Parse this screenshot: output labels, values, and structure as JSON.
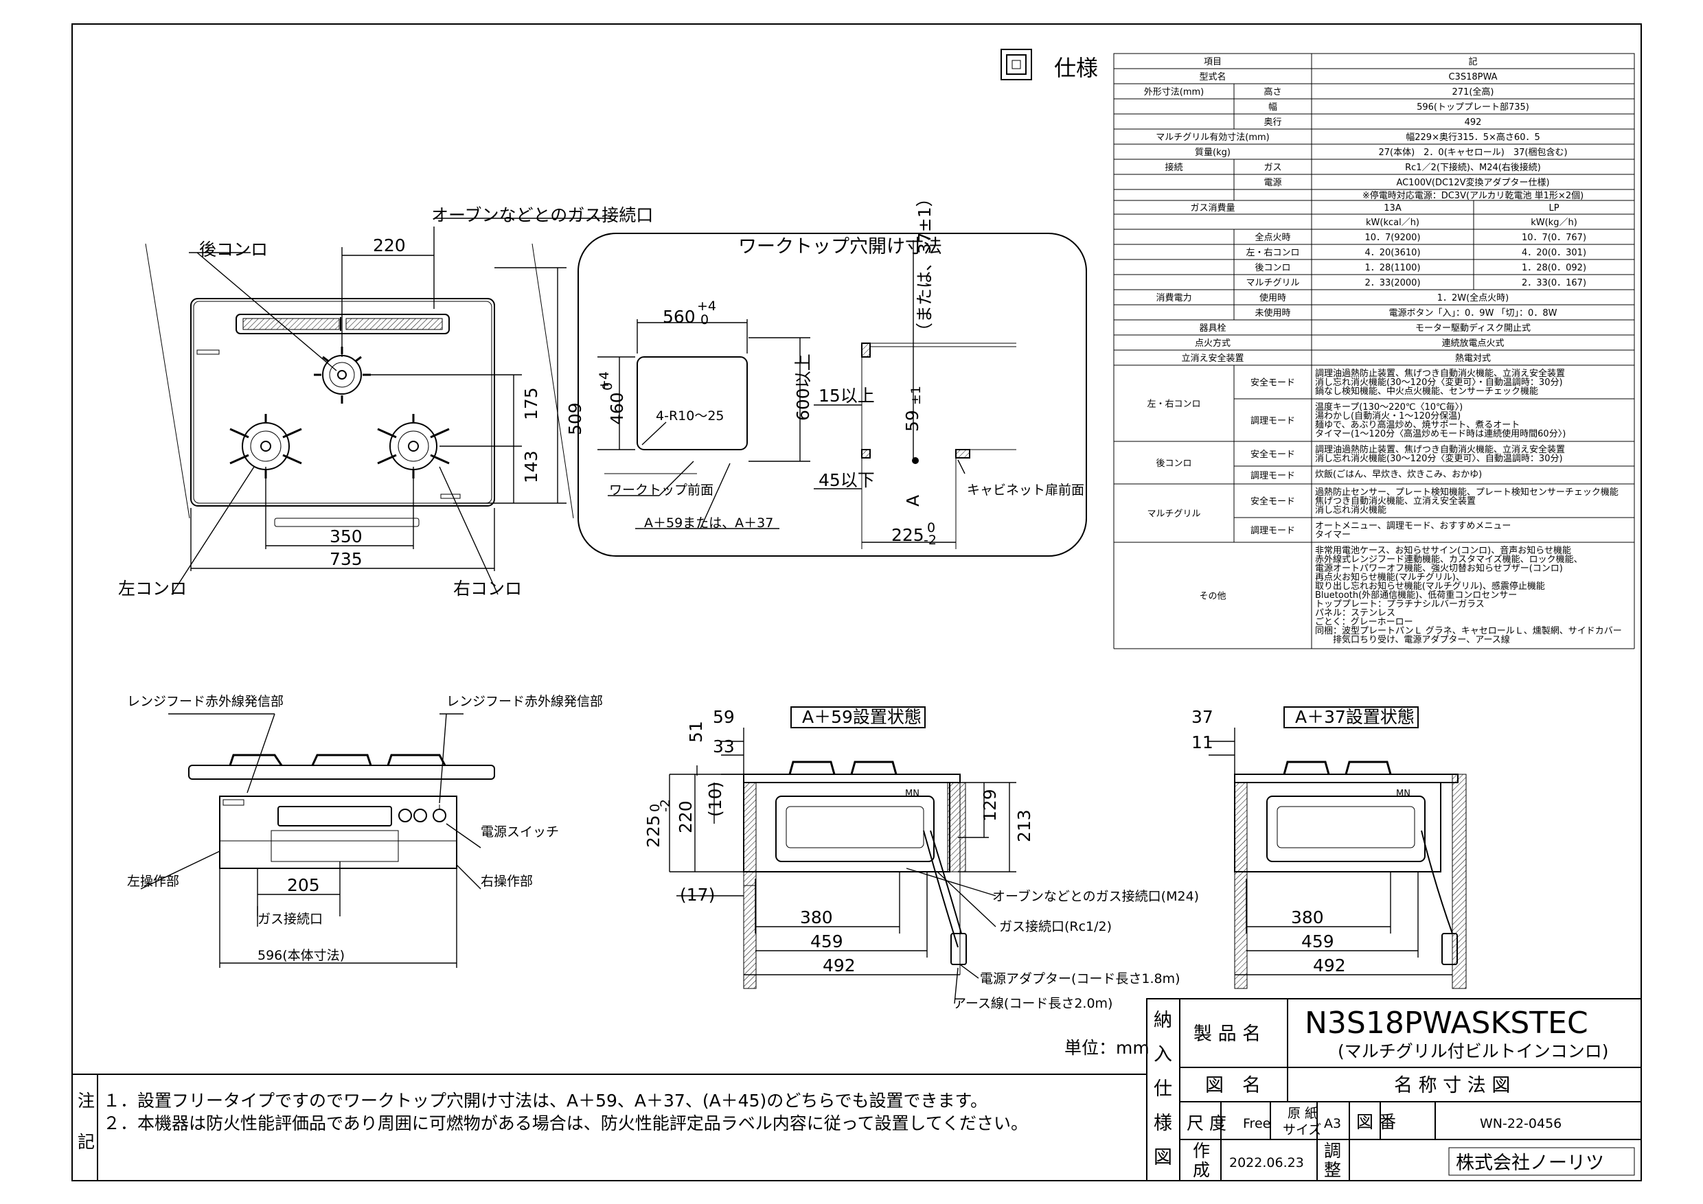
{
  "spec": {
    "title": "仕様",
    "rows": [
      {
        "c1": "項目",
        "c2": "",
        "v": "記"
      },
      {
        "c1": "型式名",
        "c2": "",
        "v": "C3S18PWA"
      },
      {
        "c1": "外形寸法(mm)",
        "c2": "高さ",
        "v": "271(全高)"
      },
      {
        "c1": "",
        "c2": "幅",
        "v": "596(トッププレート部735)"
      },
      {
        "c1": "",
        "c2": "奥行",
        "v": "492"
      },
      {
        "c1": "マルチグリル有効寸法(mm)",
        "c2": "",
        "v": "幅229×奥行315．5×高さ60．5"
      },
      {
        "c1": "質量(kg)",
        "c2": "",
        "v": "27(本体)　2．0(キャセロール)　37(梱包含む)"
      },
      {
        "c1": "接続",
        "c2": "ガス",
        "v": "Rc1／2(下接続)、M24(右後接続)"
      },
      {
        "c1": "",
        "c2": "電源",
        "v": "AC100V(DC12V変換アダプター仕様)"
      },
      {
        "c1": "",
        "c2": "",
        "v": "※停電時対応電源：DC3V(アルカリ乾電池 単1形×2個)"
      },
      {
        "c1": "ガス消費量",
        "c2": "",
        "v": "13A",
        "v2": "LP"
      },
      {
        "c1": "",
        "c2": "",
        "v": "kW(kcal／h)",
        "v2": "kW(kg／h)"
      },
      {
        "c1": "",
        "c2": "全点火時",
        "v": "10．7(9200)",
        "v2": "10．7(0．767)"
      },
      {
        "c1": "",
        "c2": "左・右コンロ",
        "v": "4．20(3610)",
        "v2": "4．20(0．301)"
      },
      {
        "c1": "",
        "c2": "後コンロ",
        "v": "1．28(1100)",
        "v2": "1．28(0．092)"
      },
      {
        "c1": "",
        "c2": "マルチグリル",
        "v": "2．33(2000)",
        "v2": "2．33(0．167)"
      },
      {
        "c1": "消費電力",
        "c2": "使用時",
        "v": "1．2W(全点火時)"
      },
      {
        "c1": "",
        "c2": "未使用時",
        "v": "電源ボタン「入」：0．9W 「切」：0．8W"
      },
      {
        "c1": "器具栓",
        "c2": "",
        "v": "モーター駆動ディスク開止式"
      },
      {
        "c1": "点火方式",
        "c2": "",
        "v": "連続放電点火式"
      },
      {
        "c1": "立消え安全装置",
        "c2": "",
        "v": "熱電対式"
      }
    ],
    "lr_label": "左・右コンロ",
    "lr_safe_label": "安全モード",
    "lr_safe": [
      "調理油過熱防止装置、焦げつき自動消火機能、立消え安全装置",
      "消し忘れ消火機能(30～120分〈変更可〉・自動温調時：30分)",
      "鍋なし検知機能、中火点火機能、センサーチェック機能"
    ],
    "lr_cook_label": "調理モード",
    "lr_cook": [
      "温度キープ(130～220℃〈10℃毎〉)",
      "湯わかし(自動消火・1～120分保温)",
      "麺ゆで、あぶり高温炒め、焼サポート、煮るオート",
      "タイマー(1～120分〈高温炒めモード時は連続使用時間60分〉)"
    ],
    "back_label": "後コンロ",
    "back_safe_label": "安全モード",
    "back_safe": [
      "調理油過熱防止装置、焦げつき自動消火機能、立消え安全装置",
      "消し忘れ消火機能(30～120分〈変更可〉、自動温調時：30分)"
    ],
    "back_cook_label": "調理モード",
    "back_cook": [
      "炊飯(ごはん、早炊き、炊きこみ、おかゆ)"
    ],
    "grill_label": "マルチグリル",
    "grill_safe_label": "安全モード",
    "grill_safe": [
      "過熱防止センサー、プレート検知機能、プレート検知センサーチェック機能",
      "焦げつき自動消火機能、立消え安全装置",
      "消し忘れ消火機能"
    ],
    "grill_cook_label": "調理モード",
    "grill_cook": [
      "オートメニュー、調理モード、おすすめメニュー",
      "タイマー"
    ],
    "other_label": "その他",
    "other": [
      "非常用電池ケース、お知らせサイン(コンロ)、音声お知らせ機能",
      "赤外線式レンジフード連動機能、カスタマイズ機能、ロック機能、",
      "電源オートパワーオフ機能、強火切替お知らせブザー(コンロ)",
      "再点火お知らせ機能(マルチグリル)、",
      "取り出し忘れお知らせ機能(マルチグリル)、感震停止機能",
      "Bluetooth(外部通信機能)、低荷重コンロセンサー",
      "トッププレート：プラチナシルバーガラス",
      "パネル：ステンレス",
      "ごとく：グレーホーロー",
      "同梱：波型プレートパンＬ グラネ、キャセロールＬ、燻製網、サイドカバー",
      "　　排気口ちり受け、電源アダプター、アース線"
    ]
  },
  "top_view": {
    "gas_port_label": "オーブンなどとのガス接続口",
    "back_burner": "後コンロ",
    "left_burner": "左コンロ",
    "right_burner": "右コンロ",
    "dims": {
      "d220": "220",
      "d175": "175",
      "d143": "143",
      "d509": "509",
      "d350": "350",
      "d735": "735"
    }
  },
  "cutout": {
    "title": "ワークトップ穴開け寸法",
    "w560": "560",
    "w560_tol": "+4",
    "w560_tol2": "0",
    "h460": "460",
    "h460_tol": "+4",
    "h460_tol2": "0",
    "radius": "4-R10～25",
    "h600": "600以上",
    "d15": "15以上",
    "d45": "45以下",
    "d59": "59",
    "d59_tol": "±1",
    "alt": "（または、37±1）",
    "a_label": "A",
    "front": "ワークトップ前面",
    "cabinet": "キャビネット扉前面",
    "a_note": "A＋59または、A＋37",
    "w225": "225",
    "w225_tol": "0",
    "w225_tol2": "-2"
  },
  "front_view": {
    "ir_left": "レンジフード赤外線発信部",
    "ir_right": "レンジフード赤外線発信部",
    "power_sw": "電源スイッチ",
    "left_panel": "左操作部",
    "right_panel": "右操作部",
    "d205": "205",
    "gas_port": "ガス接続口",
    "d596": "596(本体寸法)"
  },
  "side59": {
    "title": "A＋59設置状態",
    "d59": "59",
    "d51": "51",
    "d33": "33",
    "d10": "(10)",
    "d220": "220",
    "d225": "225",
    "d225_tol": "0",
    "d225_tol2": "-2",
    "d17": "(17)",
    "d129": "129",
    "d213": "213",
    "d380": "380",
    "d459": "459",
    "d492": "492",
    "oven_port": "オーブンなどとのガス接続口(M24)",
    "gas_port": "ガス接続口(Rc1/2)",
    "adapter": "電源アダプター(コード長さ1.8m)",
    "earth": "アース線(コード長さ2.0m)",
    "marking": "MN"
  },
  "side37": {
    "title": "A＋37設置状態",
    "d37": "37",
    "d11": "11",
    "d380": "380",
    "d459": "459",
    "d492": "492",
    "marking": "MN"
  },
  "unit": "単位：mm",
  "notes": {
    "label1": "注",
    "label2": "記",
    "n1": "１．設置フリータイプですのでワークトップ穴開け寸法は、A＋59、A＋37、(A＋45)のどちらでも設置できます。",
    "n2": "２．本機器は防火性能評価品であり周囲に可燃物がある場合は、防火性能評定品ラベル内容に従って設置してください。"
  },
  "title_block": {
    "side": [
      "納",
      "入",
      "仕",
      "様",
      "図"
    ],
    "product_label": "製 品 名",
    "product": "N3S18PWASKSTEC",
    "product_sub": "(マルチグリル付ビルトインコンロ)",
    "drawing_label": "図　名",
    "drawing": "名 称 寸 法 図",
    "scale_label": "尺 度",
    "scale": "Free",
    "paper_label1": "原 紙",
    "paper_label2": "サイズ",
    "paper": "A3",
    "no_label": "図 番",
    "no": "WN-22-0456",
    "made_label1": "作",
    "made_label2": "成",
    "date": "2022.06.23",
    "adj_label1": "調",
    "adj_label2": "整",
    "company": "株式会社ノーリツ"
  }
}
